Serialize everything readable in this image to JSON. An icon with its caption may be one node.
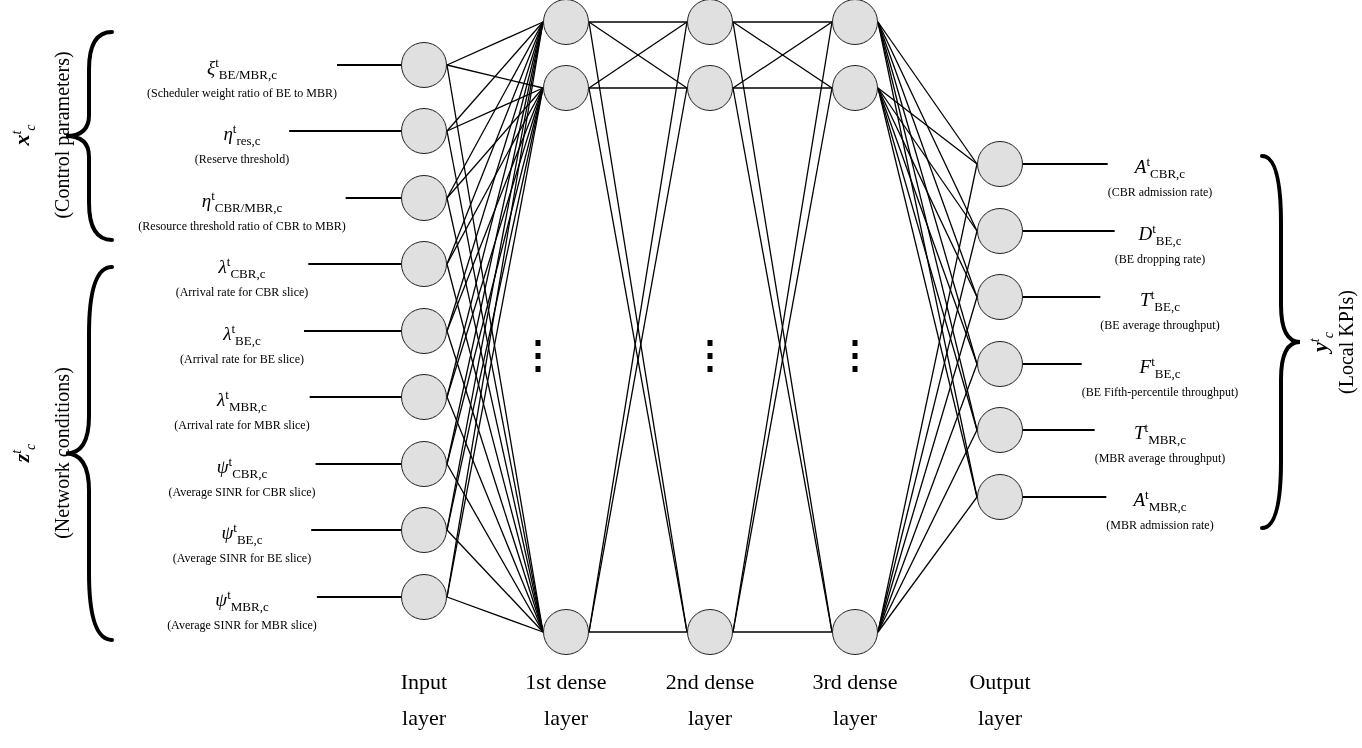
{
  "diagram": {
    "nodes": [
      {
        "text": [
          "ξ$^{t}$$_{BE/MBR,c}$",
          "(Scheduler weight ratio of BE to MBR)"
        ]
      },
      {
        "text": [
          "η$^{t}$$_{res,c}$",
          "(Reserve threshold)"
        ]
      },
      {
        "text": [
          "η$^{t}$$_{CBR/MBR,c}$",
          "(Resource threshold ratio of CBR to MBR)"
        ]
      },
      {
        "text": [
          "λ$^{t}$$_{CBR,c}$",
          "(Arrival rate for CBR slice)"
        ]
      },
      {
        "text": [
          "λ$^{t}$$_{BE,c}$",
          "(Arrival rate for BE slice)"
        ]
      },
      {
        "text": [
          "λ$^{t}$$_{MBR,c}$",
          "(Arrival rate for MBR slice)"
        ]
      },
      {
        "text": [
          "ψ$^{t}$$_{CBR,c}$",
          "(Average SINR for CBR slice)"
        ]
      },
      {
        "text": [
          "ψ$^{t}$$_{BE,c}$",
          "(Average SINR for BE slice)"
        ]
      },
      {
        "text": [
          "ψ$^{t}$$_{MBR,c}$",
          "(Average SINR for MBR slice)"
        ]
      },
      {
        "text": [],
        "shape": "circle"
      },
      {
        "text": [],
        "shape": "circle"
      },
      {
        "text": [],
        "shape": "circle"
      },
      {
        "text": [],
        "shape": "circle"
      },
      {
        "text": [],
        "shape": "circle"
      },
      {
        "text": [],
        "shape": "circle"
      },
      {
        "text": [],
        "shape": "circle"
      },
      {
        "text": [],
        "shape": "circle"
      },
      {
        "text": [],
        "shape": "circle"
      },
      {
        "text": [],
        "shape": "circle"
      },
      {
        "text": [],
        "shape": "circle"
      },
      {
        "text": [],
        "shape": "circle"
      },
      {
        "text": [],
        "shape": "circle"
      },
      {
        "text": [],
        "shape": "circle"
      },
      {
        "text": [],
        "shape": "circle"
      },
      {
        "text": [],
        "shape": "circle"
      },
      {
        "text": [],
        "shape": "circle"
      },
      {
        "text": [],
        "shape": "circle"
      },
      {
        "text": [],
        "shape": "circle"
      },
      {
        "text": [],
        "shape": "circle"
      },
      {
        "text": [],
        "shape": "circle"
      },
      {
        "text": [],
        "shape": "circle"
      },
      {
        "text": [],
        "shape": "circle"
      },
      {
        "text": [],
        "shape": "circle"
      },
      {
        "text": [
          "A$^{t}$$_{CBR,c}$",
          "(CBR admission rate)"
        ]
      },
      {
        "text": [
          "D$^{t}$$_{BE,c}$",
          "(BE dropping rate)"
        ]
      },
      {
        "text": [
          "T$^{t}$$_{BE,c}$",
          "(BE average throughput)"
        ]
      },
      {
        "text": [
          "F$^{t}$$_{BE,c}$",
          "(BE Fifth-percentile throughput)"
        ]
      },
      {
        "text": [
          "T$^{t}$$_{MBR,c}$",
          "(MBR average throughput)"
        ]
      },
      {
        "text": [
          "A$^{t}$$_{MBR,c}$",
          "(MBR admission rate)"
        ]
      }
    ],
    "edges": [
      {
        "from": 0,
        "to": 9,
        "arrow": "none"
      },
      {
        "from": 1,
        "to": 10,
        "arrow": "none"
      },
      {
        "from": 2,
        "to": 11,
        "arrow": "none"
      },
      {
        "from": 3,
        "to": 12,
        "arrow": "none"
      },
      {
        "from": 4,
        "to": 13,
        "arrow": "none"
      },
      {
        "from": 5,
        "to": 14,
        "arrow": "none"
      },
      {
        "from": 6,
        "to": 15,
        "arrow": "none"
      },
      {
        "from": 7,
        "to": 16,
        "arrow": "none"
      },
      {
        "from": 8,
        "to": 17,
        "arrow": "none"
      },
      {
        "from": 9,
        "to": 18,
        "arrow": "none"
      },
      {
        "from": 9,
        "to": 19,
        "arrow": "none"
      },
      {
        "from": 9,
        "to": 20,
        "arrow": "none"
      },
      {
        "from": 10,
        "to": 18,
        "arrow": "none"
      },
      {
        "from": 10,
        "to": 19,
        "arrow": "none"
      },
      {
        "from": 10,
        "to": 20,
        "arrow": "none"
      },
      {
        "from": 11,
        "to": 18,
        "arrow": "none"
      },
      {
        "from": 11,
        "to": 19,
        "arrow": "none"
      },
      {
        "from": 11,
        "to": 20,
        "arrow": "none"
      },
      {
        "from": 12,
        "to": 18,
        "arrow": "none"
      },
      {
        "from": 12,
        "to": 19,
        "arrow": "none"
      },
      {
        "from": 12,
        "to": 20,
        "arrow": "none"
      },
      {
        "from": 13,
        "to": 18,
        "arrow": "none"
      },
      {
        "from": 13,
        "to": 19,
        "arrow": "none"
      },
      {
        "from": 13,
        "to": 20,
        "arrow": "none"
      },
      {
        "from": 14,
        "to": 18,
        "arrow": "none"
      },
      {
        "from": 14,
        "to": 19,
        "arrow": "none"
      },
      {
        "from": 14,
        "to": 20,
        "arrow": "none"
      },
      {
        "from": 15,
        "to": 18,
        "arrow": "none"
      },
      {
        "from": 15,
        "to": 19,
        "arrow": "none"
      },
      {
        "from": 15,
        "to": 20,
        "arrow": "none"
      },
      {
        "from": 16,
        "to": 18,
        "arrow": "none"
      },
      {
        "from": 16,
        "to": 19,
        "arrow": "none"
      },
      {
        "from": 16,
        "to": 20,
        "arrow": "none"
      },
      {
        "from": 17,
        "to": 18,
        "arrow": "none"
      },
      {
        "from": 17,
        "to": 19,
        "arrow": "none"
      },
      {
        "from": 17,
        "to": 20,
        "arrow": "none"
      },
      {
        "from": 18,
        "to": 21,
        "arrow": "none"
      },
      {
        "from": 18,
        "to": 22,
        "arrow": "none"
      },
      {
        "from": 18,
        "to": 23,
        "arrow": "none"
      },
      {
        "from": 19,
        "to": 21,
        "arrow": "none"
      },
      {
        "from": 19,
        "to": 22,
        "arrow": "none"
      },
      {
        "from": 19,
        "to": 23,
        "arrow": "none"
      },
      {
        "from": 20,
        "to": 21,
        "arrow": "none"
      },
      {
        "from": 20,
        "to": 22,
        "arrow": "none"
      },
      {
        "from": 20,
        "to": 23,
        "arrow": "none"
      },
      {
        "from": 21,
        "to": 24,
        "arrow": "none"
      },
      {
        "from": 21,
        "to": 25,
        "arrow": "none"
      },
      {
        "from": 21,
        "to": 26,
        "arrow": "none"
      },
      {
        "from": 22,
        "to": 24,
        "arrow": "none"
      },
      {
        "from": 22,
        "to": 25,
        "arrow": "none"
      },
      {
        "from": 22,
        "to": 26,
        "arrow": "none"
      },
      {
        "from": 23,
        "to": 24,
        "arrow": "none"
      },
      {
        "from": 23,
        "to": 25,
        "arrow": "none"
      },
      {
        "from": 23,
        "to": 26,
        "arrow": "none"
      },
      {
        "from": 24,
        "to": 27,
        "arrow": "none"
      },
      {
        "from": 24,
        "to": 28,
        "arrow": "none"
      },
      {
        "from": 24,
        "to": 29,
        "arrow": "none"
      },
      {
        "from": 24,
        "to": 30,
        "arrow": "none"
      },
      {
        "from": 24,
        "to": 31,
        "arrow": "none"
      },
      {
        "from": 24,
        "to": 32,
        "arrow": "none"
      },
      {
        "from": 25,
        "to": 27,
        "arrow": "none"
      },
      {
        "from": 25,
        "to": 28,
        "arrow": "none"
      },
      {
        "from": 25,
        "to": 29,
        "arrow": "none"
      },
      {
        "from": 25,
        "to": 30,
        "arrow": "none"
      },
      {
        "from": 25,
        "to": 31,
        "arrow": "none"
      },
      {
        "from": 25,
        "to": 32,
        "arrow": "none"
      },
      {
        "from": 26,
        "to": 27,
        "arrow": "none"
      },
      {
        "from": 26,
        "to": 28,
        "arrow": "none"
      },
      {
        "from": 26,
        "to": 29,
        "arrow": "none"
      },
      {
        "from": 26,
        "to": 30,
        "arrow": "none"
      },
      {
        "from": 26,
        "to": 31,
        "arrow": "none"
      },
      {
        "from": 26,
        "to": 32,
        "arrow": "none"
      },
      {
        "from": 27,
        "to": 33,
        "arrow": "none"
      },
      {
        "from": 28,
        "to": 34,
        "arrow": "none"
      },
      {
        "from": 29,
        "to": 35,
        "arrow": "none"
      },
      {
        "from": 30,
        "to": 36,
        "arrow": "none"
      },
      {
        "from": 31,
        "to": 37,
        "arrow": "none"
      },
      {
        "from": 32,
        "to": 38,
        "arrow": "none"
      }
    ],
    "labels": [
      "**x**$^{t}$$_{c}$",
      "(Control parameters)",
      "**z**$^{t}$$_{c}$",
      "(Network conditions)",
      "**y**$^{t}$$_{c}$",
      "(Local KPIs)",
      "Input layer",
      "1st dense layer",
      "2nd dense layer",
      "3rd dense layer",
      "Output layer"
    ]
  }
}
